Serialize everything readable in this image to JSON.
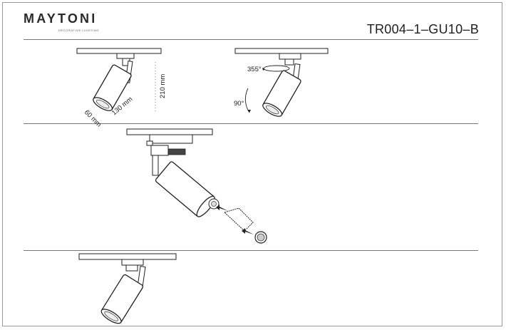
{
  "header": {
    "brand": "MAYTONI",
    "brand_tagline": "DECORATIVE LIGHTING",
    "model_code": "TR004–1–GU10–B"
  },
  "dimensions": {
    "diameter": "60 mm",
    "length": "130 mm",
    "height": "210 mm"
  },
  "rotation": {
    "horizontal": "355°",
    "vertical": "90°"
  }
}
